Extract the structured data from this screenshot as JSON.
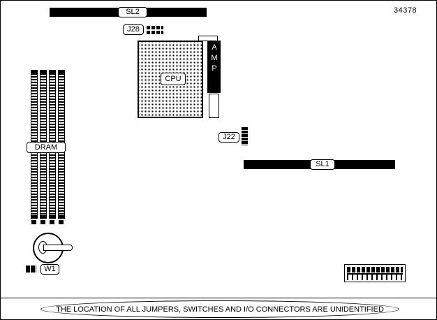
{
  "figure_number": "34378",
  "components": {
    "sl2_label": "SL2",
    "j28_label": "J28",
    "cpu_label": "CPU",
    "amp_label": "AMP",
    "dram_label": "DRAM",
    "j22_label": "J22",
    "sl1_label": "SL1",
    "w1_label": "W1"
  },
  "caption": "THE LOCATION OF ALL JUMPERS, SWITCHES AND I/O CONNECTORS ARE UNIDENTIFIED",
  "colors": {
    "ink": "#000000",
    "paper": "#ffffff"
  }
}
